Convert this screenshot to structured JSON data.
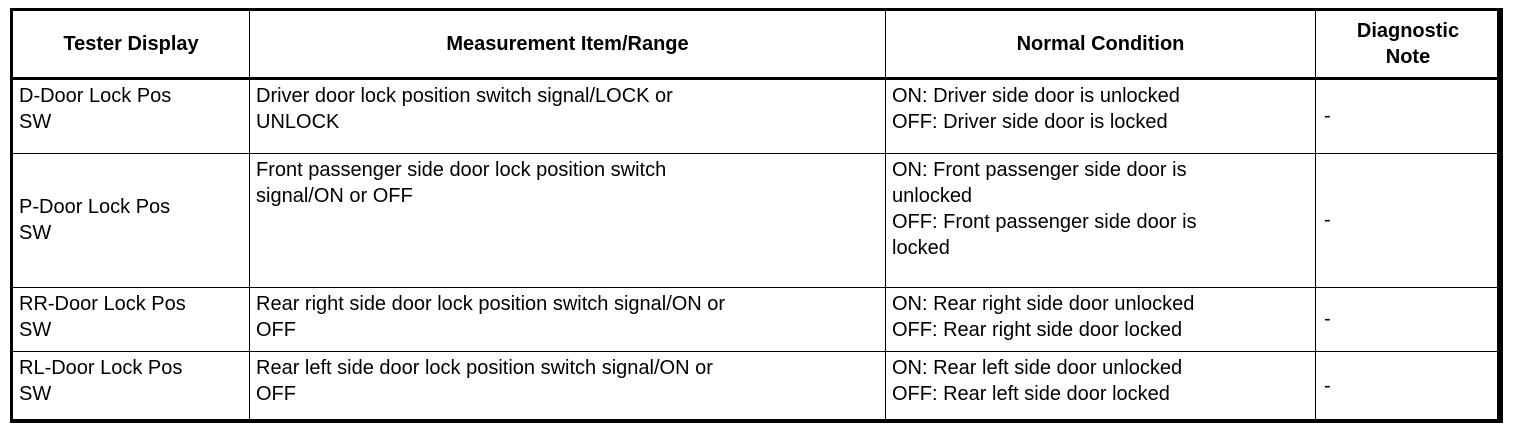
{
  "table": {
    "columns": [
      {
        "key": "tester_display",
        "label": "Tester Display"
      },
      {
        "key": "measurement_item_range",
        "label": "Measurement Item/Range"
      },
      {
        "key": "normal_condition",
        "label": "Normal Condition"
      },
      {
        "key": "diagnostic_note",
        "label_line1": "Diagnostic",
        "label_line2": "Note"
      }
    ],
    "rows": [
      {
        "tester_display_line1": "D-Door Lock Pos",
        "tester_display_line2": "SW",
        "measurement_line1": "Driver door lock position switch signal/LOCK or",
        "measurement_line2": "UNLOCK",
        "normal_line1": "ON: Driver side door is unlocked",
        "normal_line2": "OFF: Driver side door is locked",
        "normal_line3": "",
        "normal_line4": "",
        "diagnostic_note": "-"
      },
      {
        "tester_display_line1": "P-Door Lock Pos",
        "tester_display_line2": "SW",
        "measurement_line1": "Front passenger side door lock position switch",
        "measurement_line2": "signal/ON or OFF",
        "normal_line1": "ON: Front passenger side door is",
        "normal_line2": "unlocked",
        "normal_line3": "OFF: Front passenger side door is",
        "normal_line4": "locked",
        "diagnostic_note": "-"
      },
      {
        "tester_display_line1": "RR-Door Lock Pos",
        "tester_display_line2": "SW",
        "measurement_line1": "Rear right side door lock position switch signal/ON or",
        "measurement_line2": "OFF",
        "normal_line1": "ON: Rear right side door unlocked",
        "normal_line2": "OFF: Rear right side door locked",
        "normal_line3": "",
        "normal_line4": "",
        "diagnostic_note": "-"
      },
      {
        "tester_display_line1": "RL-Door Lock Pos",
        "tester_display_line2": "SW",
        "measurement_line1": "Rear left side door lock position switch signal/ON or",
        "measurement_line2": "OFF",
        "normal_line1": "ON: Rear left side door unlocked",
        "normal_line2": "OFF: Rear left side door locked",
        "normal_line3": "",
        "normal_line4": "",
        "diagnostic_note": "-"
      }
    ]
  },
  "colors": {
    "border": "#000000",
    "text": "#000000",
    "background": "#ffffff"
  }
}
